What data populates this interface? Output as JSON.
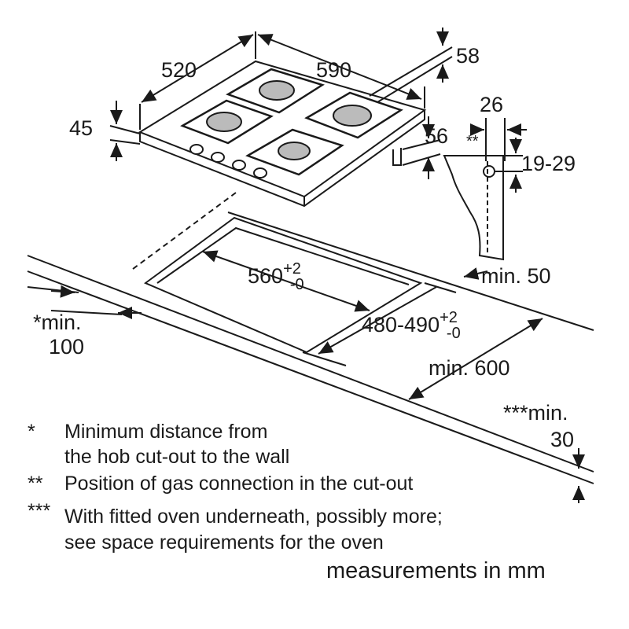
{
  "dimensions": {
    "hob_depth": "520",
    "hob_width": "590",
    "hob_height_right": "58",
    "hob_height_left": "45",
    "connection_depth": "56",
    "connection_offset": "26",
    "connection_marker": "**",
    "connection_height": "19-29",
    "cutout_width": "560",
    "cutout_width_tol_plus": "+2",
    "cutout_width_tol_minus": "-0",
    "cutout_depth": "480-490",
    "cutout_depth_tol_plus": "+2",
    "cutout_depth_tol_minus": "-0",
    "min_back": "min. 50",
    "min_wall_marker": "*",
    "min_wall": "min.",
    "min_wall_value": "100",
    "min_counter_depth": "min. 600",
    "min_front_marker": "***min.",
    "min_front_value": "30"
  },
  "notes": [
    {
      "marker": "*",
      "text": "Minimum distance from",
      "text2": "the hob cut-out to the wall"
    },
    {
      "marker": "**",
      "text": "Position of gas connection in the cut-out"
    },
    {
      "marker": "***",
      "text": "With fitted oven underneath, possibly more;",
      "text2": "see space requirements for the oven"
    }
  ],
  "units_caption": "measurements in mm"
}
